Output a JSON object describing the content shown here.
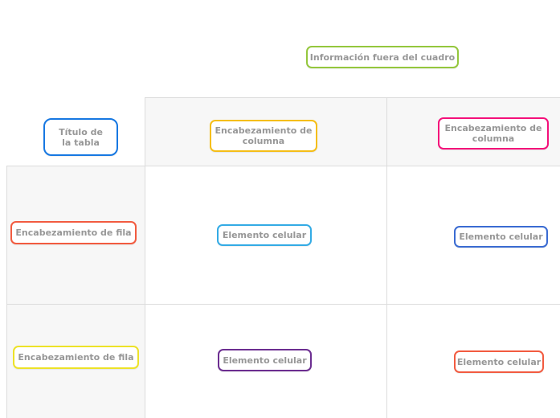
{
  "app": {
    "canvas_background": "#ffffff",
    "grid_line_color": "#dcdcdc",
    "panel_color": "#f7f7f7",
    "node_fill": "#ffffff",
    "node_text_color": "#979797"
  },
  "floating_note": {
    "label": "Información fuera del cuadro",
    "border_color": "#94c73d"
  },
  "table": {
    "title": {
      "label": "Título de la tabla",
      "border_color": "#1778e2"
    },
    "column_headers": [
      {
        "label": "Encabezamiento de columna",
        "border_color": "#f5be17"
      },
      {
        "label": "Encabezamiento de columna",
        "border_color": "#f4107a"
      }
    ],
    "rows": [
      {
        "header": {
          "label": "Encabezamiento de fila",
          "border_color": "#f25b40"
        },
        "cells": [
          {
            "label": "Elemento celular",
            "border_color": "#33abe5"
          },
          {
            "label": "Elemento celular",
            "border_color": "#3a6bd2"
          }
        ]
      },
      {
        "header": {
          "label": "Encabezamiento de fila",
          "border_color": "#ede228"
        },
        "cells": [
          {
            "label": "Elemento celular",
            "border_color": "#6c2e91"
          },
          {
            "label": "Elemento celular",
            "border_color": "#f25b40"
          }
        ]
      }
    ]
  }
}
